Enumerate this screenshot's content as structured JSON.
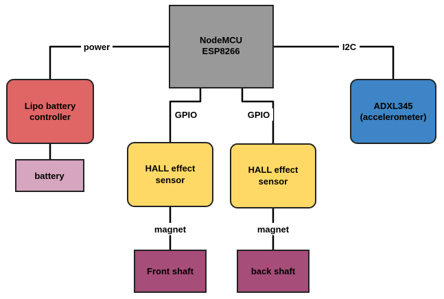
{
  "nodes": {
    "mcu": {
      "lines": [
        "NodeMCU",
        "ESP8266"
      ],
      "color": "#999999"
    },
    "lipo": {
      "lines": [
        "Lipo battery",
        "controller"
      ],
      "color": "#e06666"
    },
    "battery": {
      "lines": [
        "battery"
      ],
      "color": "#d5a6bd"
    },
    "adxl": {
      "lines": [
        "ADXL345",
        "(accelerometer)"
      ],
      "color": "#3d85c6"
    },
    "hall1": {
      "lines": [
        "HALL effect",
        "sensor"
      ],
      "color": "#ffd966"
    },
    "hall2": {
      "lines": [
        "HALL effect",
        "sensor"
      ],
      "color": "#ffd966"
    },
    "front_shaft": {
      "lines": [
        "Front shaft"
      ],
      "color": "#a64d79"
    },
    "back_shaft": {
      "lines": [
        "back shaft"
      ],
      "color": "#a64d79"
    }
  },
  "edges": {
    "power": "power",
    "i2c": "I2C",
    "gpio1": "GPIO",
    "gpio2": "GPIO",
    "magnet1": "magnet",
    "magnet2": "magnet"
  }
}
